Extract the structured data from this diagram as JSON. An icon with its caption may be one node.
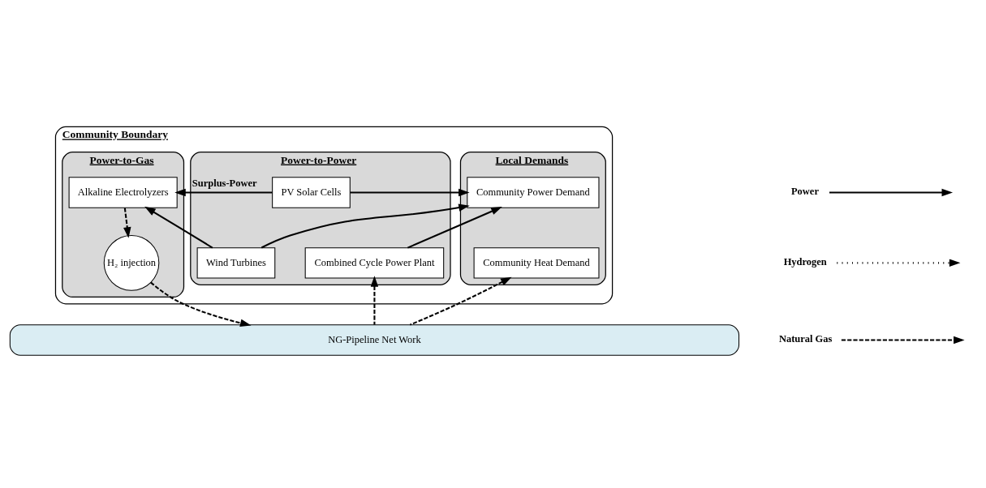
{
  "diagram": {
    "nodes": [
      {
        "text": [
          "Community Boundary"
        ]
      },
      {
        "text": [
          "Power-to-Gas"
        ],
        "in": 0
      },
      {
        "text": [
          "Power-to-Power"
        ],
        "in": 0
      },
      {
        "text": [
          "Local Demands"
        ],
        "in": 0
      },
      {
        "text": [
          "Alkaline Electrolyzers"
        ],
        "in": 1
      },
      {
        "text": [
          "H₂ injection"
        ],
        "in": 1
      },
      {
        "text": [
          "Wind Turbines"
        ],
        "in": 2
      },
      {
        "text": [
          "PV Solar Cells"
        ],
        "in": 2
      },
      {
        "text": [
          "Combined Cycle Power Plant"
        ],
        "in": 2
      },
      {
        "text": [
          "Community Power Demand"
        ],
        "in": 3
      },
      {
        "text": [
          "Community Heat Demand"
        ],
        "in": 3
      },
      {
        "text": [
          "NG-Pipeline Net Work"
        ]
      }
    ],
    "edges": [
      {
        "from": 6,
        "to": 4,
        "arrow": "to"
      },
      {
        "from": 7,
        "to": 4,
        "arrow": "to",
        "label": "Surplus-Power"
      },
      {
        "from": 6,
        "to": 9,
        "arrow": "to"
      },
      {
        "from": 7,
        "to": 9,
        "arrow": "to"
      },
      {
        "from": 8,
        "to": 9,
        "arrow": "to"
      },
      {
        "from": 4,
        "to": 5,
        "arrow": "to",
        "style": "dashed"
      },
      {
        "from": 5,
        "to": 11,
        "arrow": "to",
        "style": "dashed"
      },
      {
        "from": 11,
        "to": 8,
        "arrow": "to",
        "style": "dashed"
      },
      {
        "from": 11,
        "to": 10,
        "arrow": "to",
        "style": "dashed"
      }
    ],
    "legend": [
      {
        "text": "Power"
      },
      {
        "text": "Hydrogen"
      },
      {
        "text": "Natural Gas"
      }
    ]
  }
}
